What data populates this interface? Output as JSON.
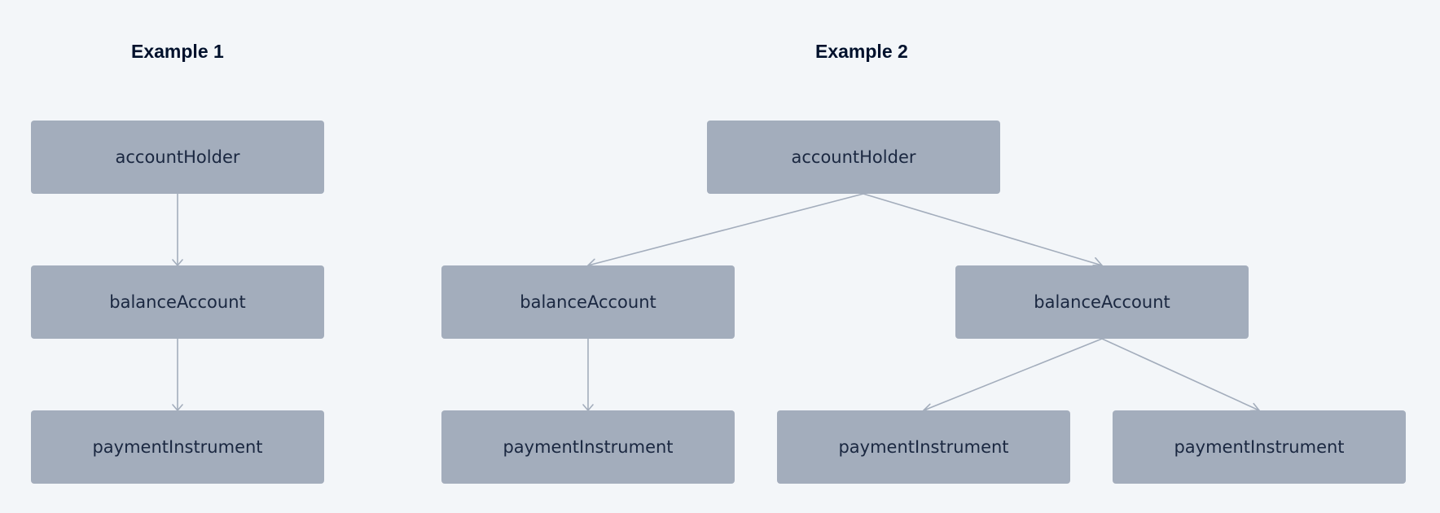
{
  "headings": {
    "example_1": "Example 1",
    "example_2": "Example 2"
  },
  "example_1": {
    "account_holder": "accountHolder",
    "balance_account": "balanceAccount",
    "payment_instrument": "paymentInstrument"
  },
  "example_2": {
    "account_holder": "accountHolder",
    "balance_account_left": "balanceAccount",
    "balance_account_right": "balanceAccount",
    "payment_instrument_left": "paymentInstrument",
    "payment_instrument_middle": "paymentInstrument",
    "payment_instrument_right": "paymentInstrument"
  },
  "colors": {
    "background": "#f3f6f9",
    "node_fill": "#a3adbc",
    "node_text": "#1a2740",
    "connector": "#a3adbc",
    "heading_text": "#00112c"
  }
}
